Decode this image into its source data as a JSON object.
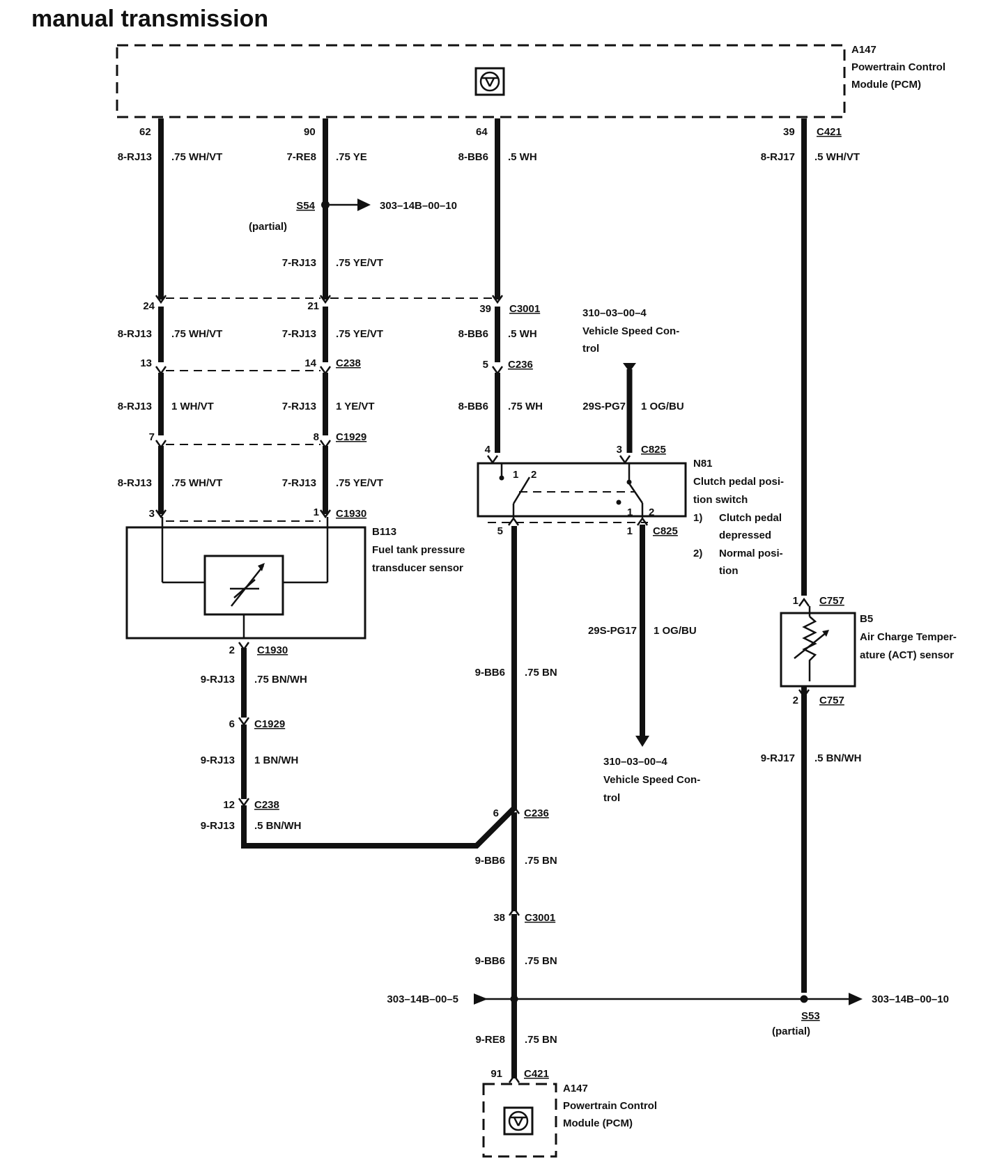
{
  "title": "manual transmission",
  "pcm_top": {
    "id": "A147",
    "name1": "Powertrain Control",
    "name2": "Module (PCM)"
  },
  "pcm_bottom": {
    "id": "A147",
    "name1": "Powertrain Control",
    "name2": "Module (PCM)"
  },
  "pins_top": {
    "p62": "62",
    "p90": "90",
    "p64": "64",
    "p39": "39",
    "c421": "C421"
  },
  "wires": {
    "w1_top": {
      "circuit": "8-RJ13",
      "spec": ".75 WH/VT"
    },
    "w2_top": {
      "circuit": "7-RE8",
      "spec": ".75 YE"
    },
    "w3_top": {
      "circuit": "8-BB6",
      "spec": ".5 WH"
    },
    "w4_top": {
      "circuit": "8-RJ17",
      "spec": ".5 WH/VT"
    },
    "w2_mid": {
      "circuit": "7-RJ13",
      "spec": ".75 YE/VT"
    },
    "w1_c3001": {
      "circuit": "8-RJ13",
      "spec": ".75 WH/VT"
    },
    "w2_c3001": {
      "circuit": "7-RJ13",
      "spec": ".75 YE/VT"
    },
    "w3_c3001": {
      "circuit": "8-BB6",
      "spec": ".5 WH"
    },
    "w1_c238": {
      "circuit": "8-RJ13",
      "spec": "1 WH/VT"
    },
    "w2_c238": {
      "circuit": "7-RJ13",
      "spec": "1 YE/VT"
    },
    "w3_c236": {
      "circuit": "8-BB6",
      "spec": ".75 WH"
    },
    "wpg7": {
      "circuit": "29S-PG7",
      "spec": "1 OG/BU"
    },
    "w1_c1929": {
      "circuit": "8-RJ13",
      "spec": ".75 WH/VT"
    },
    "w2_c1929": {
      "circuit": "7-RJ13",
      "spec": ".75 YE/VT"
    },
    "wpg17": {
      "circuit": "29S-PG17",
      "spec": "1 OG/BU"
    },
    "wbn_a": {
      "circuit": "9-RJ13",
      "spec": ".75 BN/WH"
    },
    "wbn_b": {
      "circuit": "9-RJ13",
      "spec": "1 BN/WH"
    },
    "wbn_c": {
      "circuit": "9-RJ13",
      "spec": ".5 BN/WH"
    },
    "wbb6_a": {
      "circuit": "9-BB6",
      "spec": ".75 BN"
    },
    "wbb6_b": {
      "circuit": "9-BB6",
      "spec": ".75 BN"
    },
    "wbb6_c": {
      "circuit": "9-BB6",
      "spec": ".75 BN"
    },
    "wre8": {
      "circuit": "9-RE8",
      "spec": ".75 BN"
    },
    "wrj17": {
      "circuit": "9-RJ17",
      "spec": ".5 BN/WH"
    }
  },
  "splice_s54": {
    "id": "S54",
    "note": "(partial)",
    "ref": "303–14B–00–10"
  },
  "splice_s53": {
    "id": "S53",
    "note": "(partial)",
    "ref_in": "303–14B–00–5",
    "ref_out": "303–14B–00–10"
  },
  "c3001_top": {
    "p24": "24",
    "p21": "21",
    "p39": "39",
    "id": "C3001"
  },
  "c238_top": {
    "p13": "13",
    "p14": "14",
    "id": "C238"
  },
  "c236_top": {
    "p5": "5",
    "id": "C236"
  },
  "c1929_top": {
    "p7": "7",
    "p8": "8",
    "id": "C1929"
  },
  "c1930_top": {
    "p3": "3",
    "p1": "1",
    "id": "C1930"
  },
  "c825_top": {
    "p4": "4",
    "p3": "3",
    "id": "C825"
  },
  "c825_bot": {
    "p5": "5",
    "p1": "1",
    "id": "C825"
  },
  "vsc_top": {
    "ref": "310–03–00–4",
    "l1": "Vehicle Speed Con-",
    "l2": "trol"
  },
  "vsc_bot": {
    "ref": "310–03–00–4",
    "l1": "Vehicle Speed Con-",
    "l2": "trol"
  },
  "n81": {
    "id": "N81",
    "l1": "Clutch pedal posi-",
    "l2": "tion switch",
    "i1n": "1)",
    "i1a": "Clutch pedal",
    "i1b": "depressed",
    "i2n": "2)",
    "i2a": "Normal posi-",
    "i2b": "tion",
    "sw1": "1",
    "sw2": "2",
    "sw1b": "1",
    "sw2b": "2"
  },
  "b113": {
    "id": "B113",
    "l1": "Fuel tank pressure",
    "l2": "transducer sensor"
  },
  "b5": {
    "id": "B5",
    "l1": "Air Charge Temper-",
    "l2": "ature (ACT) sensor"
  },
  "c757_top": {
    "p1": "1",
    "id": "C757"
  },
  "c757_bot": {
    "p2": "2",
    "id": "C757"
  },
  "c1930_bot": {
    "p2": "2",
    "id": "C1930"
  },
  "c1929_bot": {
    "p6": "6",
    "id": "C1929"
  },
  "c238_bot": {
    "p12": "12",
    "id": "C238"
  },
  "c236_bot": {
    "p6": "6",
    "id": "C236"
  },
  "c3001_bot": {
    "p38": "38",
    "id": "C3001"
  },
  "c421_bot": {
    "p91": "91",
    "id": "C421"
  }
}
